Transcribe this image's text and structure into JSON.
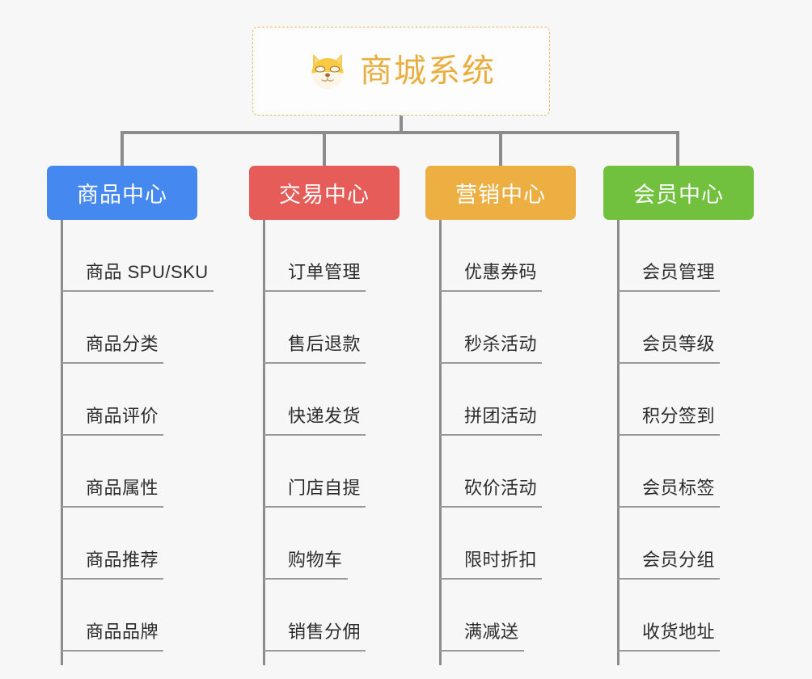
{
  "diagram": {
    "title": "商城系统",
    "logo_icon": "shiba-inu-dog-face-icon",
    "background_color": "#f7f7f7",
    "root_border_color": "#e8b963",
    "root_text_color": "#e8ae3f",
    "connector_color": "#8c8c8c",
    "columns": [
      {
        "header": "商品中心",
        "color": "#4589f0",
        "items": [
          "商品 SPU/SKU",
          "商品分类",
          "商品评价",
          "商品属性",
          "商品推荐",
          "商品品牌"
        ]
      },
      {
        "header": "交易中心",
        "color": "#e55c58",
        "items": [
          "订单管理",
          "售后退款",
          "快递发货",
          "门店自提",
          "购物车",
          "销售分佣"
        ]
      },
      {
        "header": "营销中心",
        "color": "#edaf42",
        "items": [
          "优惠券码",
          "秒杀活动",
          "拼团活动",
          "砍价活动",
          "限时折扣",
          "满减送"
        ]
      },
      {
        "header": "会员中心",
        "color": "#72c13e",
        "items": [
          "会员管理",
          "会员等级",
          "积分签到",
          "会员标签",
          "会员分组",
          "收货地址"
        ]
      }
    ]
  }
}
